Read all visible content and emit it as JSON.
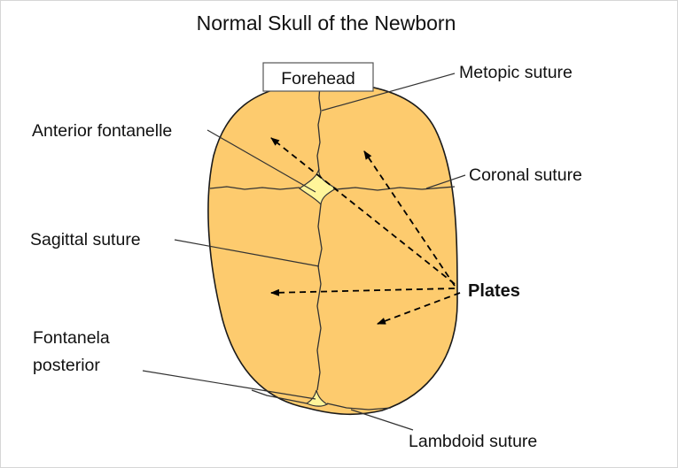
{
  "title": "Normal Skull of the Newborn",
  "labels": {
    "forehead": "Forehead",
    "metopic_suture": "Metopic suture",
    "anterior_fontanelle": "Anterior fontanelle",
    "coronal_suture": "Coronal suture",
    "sagittal_suture": "Sagittal suture",
    "plates": "Plates",
    "fontanela_line1": "Fontanela",
    "fontanela_line2": "posterior",
    "lambdoid_suture": "Lambdoid suture"
  },
  "colors": {
    "skull_fill": "#FDCB6E",
    "skull_outline": "#1a1a1a",
    "fontanelle_fill": "#FFF59A",
    "suture_line": "#333333"
  }
}
